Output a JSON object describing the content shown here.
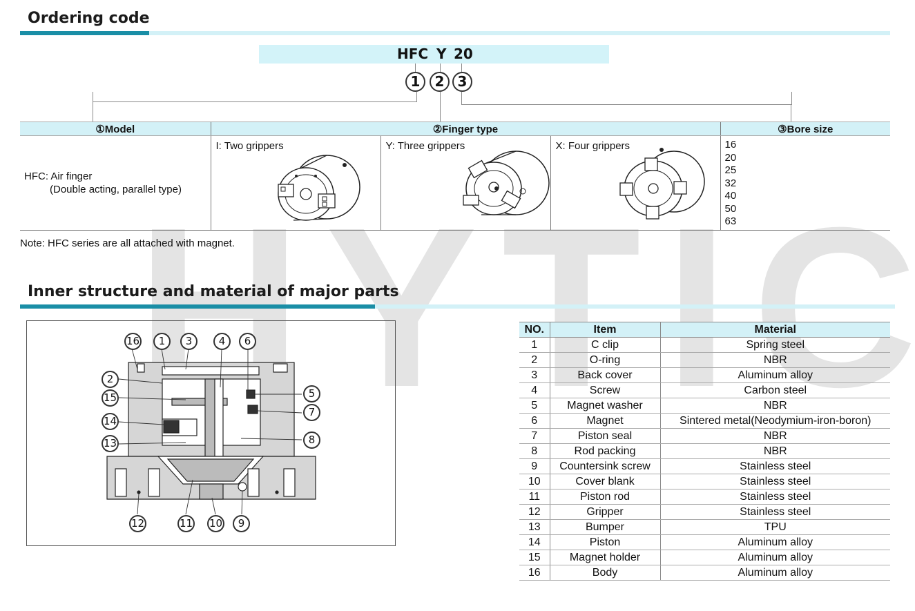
{
  "ordering": {
    "title": "Ordering code",
    "code_parts": [
      "HFC",
      "Y",
      "20"
    ],
    "markers": [
      "1",
      "2",
      "3"
    ],
    "headers": [
      "①Model",
      "②Finger type",
      "③Bore size"
    ],
    "model_line1": "HFC: Air finger",
    "model_line2": "(Double acting, parallel type)",
    "finger_types": [
      "I: Two grippers",
      "Y: Three grippers",
      "X: Four grippers"
    ],
    "bore_sizes": [
      "16",
      "20",
      "25",
      "32",
      "40",
      "50",
      "63"
    ],
    "note": "Note:  HFC series are all attached with magnet."
  },
  "watermark": "HYTIC",
  "inner": {
    "title": "Inner structure and material of major parts",
    "callouts_top": [
      "16",
      "1",
      "3",
      "4",
      "6"
    ],
    "callouts_left": [
      "2",
      "15",
      "14",
      "13"
    ],
    "callouts_right": [
      "5",
      "7",
      "8"
    ],
    "callouts_bottom": [
      "12",
      "11",
      "10",
      "9"
    ]
  },
  "parts_table": {
    "headers": [
      "NO.",
      "Item",
      "Material"
    ],
    "rows": [
      [
        "1",
        "C clip",
        "Spring steel"
      ],
      [
        "2",
        "O-ring",
        "NBR"
      ],
      [
        "3",
        "Back cover",
        "Aluminum alloy"
      ],
      [
        "4",
        "Screw",
        "Carbon steel"
      ],
      [
        "5",
        "Magnet washer",
        "NBR"
      ],
      [
        "6",
        "Magnet",
        "Sintered metal(Neodymium-iron-boron)"
      ],
      [
        "7",
        "Piston seal",
        "NBR"
      ],
      [
        "8",
        "Rod packing",
        "NBR"
      ],
      [
        "9",
        "Countersink screw",
        "Stainless steel"
      ],
      [
        "10",
        "Cover blank",
        "Stainless steel"
      ],
      [
        "11",
        "Piston rod",
        "Stainless steel"
      ],
      [
        "12",
        "Gripper",
        "Stainless steel"
      ],
      [
        "13",
        "Bumper",
        "TPU"
      ],
      [
        "14",
        "Piston",
        "Aluminum alloy"
      ],
      [
        "15",
        "Magnet holder",
        "Aluminum alloy"
      ],
      [
        "16",
        "Body",
        "Aluminum alloy"
      ]
    ]
  },
  "colors": {
    "accent": "#1a8ea6",
    "accent_light": "#d3f1f7",
    "header_fill": "#d3f1f7"
  },
  "icons": [
    "two-gripper-image",
    "three-gripper-image",
    "four-gripper-image",
    "cross-section-drawing"
  ]
}
